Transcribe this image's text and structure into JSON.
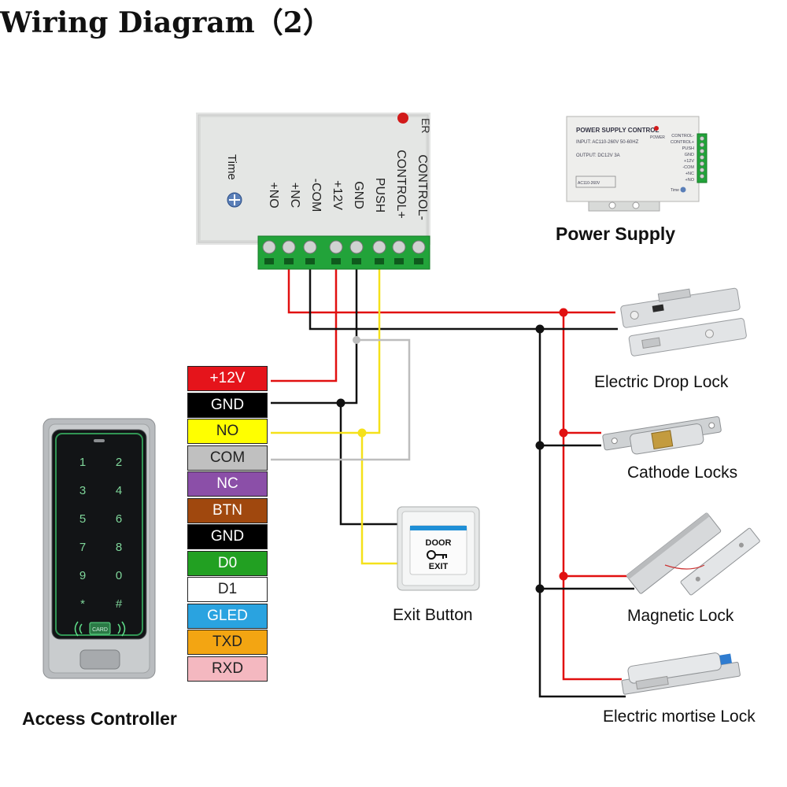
{
  "title": "Wiring Diagram（2）",
  "module_terminals": [
    "+NO",
    "+NC",
    "-COM",
    "+12V",
    "GND",
    "PUSH",
    "CONTROL+",
    "CONTROL-"
  ],
  "module_time_label": "Time",
  "power_supply": {
    "caption": "Power Supply",
    "header": "POWER SUPPLY CONTROL",
    "input": "INPUT: AC110-260V 50-60HZ",
    "output": "OUTPUT: DC12V 3A",
    "power_label": "POWER",
    "terminals": [
      "CONTROL-",
      "CONTROL+",
      "PUSH",
      "GND",
      "+12V",
      "-COM",
      "+NC",
      "+NO"
    ]
  },
  "pins": [
    {
      "label": "+12V",
      "bg": "#e5141b",
      "fg": "#ffffff"
    },
    {
      "label": "GND",
      "bg": "#000000",
      "fg": "#ffffff"
    },
    {
      "label": "NO",
      "bg": "#ffff00",
      "fg": "#222222"
    },
    {
      "label": "COM",
      "bg": "#c0c0c0",
      "fg": "#222222"
    },
    {
      "label": "NC",
      "bg": "#8b4fa8",
      "fg": "#ffffff"
    },
    {
      "label": "BTN",
      "bg": "#a0480e",
      "fg": "#ffffff"
    },
    {
      "label": "GND",
      "bg": "#000000",
      "fg": "#ffffff"
    },
    {
      "label": "D0",
      "bg": "#22a022",
      "fg": "#ffffff"
    },
    {
      "label": "D1",
      "bg": "#ffffff",
      "fg": "#222222"
    },
    {
      "label": "GLED",
      "bg": "#2aa3e0",
      "fg": "#ffffff"
    },
    {
      "label": "TXD",
      "bg": "#f3a512",
      "fg": "#222222"
    },
    {
      "label": "RXD",
      "bg": "#f4b8c0",
      "fg": "#222222"
    }
  ],
  "controller": {
    "caption": "Access Controller",
    "keys": [
      "1",
      "2",
      "3",
      "4",
      "5",
      "6",
      "7",
      "8",
      "9",
      "0",
      "*",
      "#"
    ],
    "card_label": "CARD"
  },
  "exit_button": {
    "caption": "Exit Button",
    "door_text": "DOOR",
    "exit_text": "EXIT"
  },
  "locks": [
    {
      "caption": "Electric Drop Lock"
    },
    {
      "caption": "Cathode Locks"
    },
    {
      "caption": "Magnetic Lock"
    },
    {
      "caption": "Electric mortise Lock"
    }
  ],
  "colors": {
    "red_wire": "#e11010",
    "black_wire": "#111111",
    "yellow_wire": "#f5e11a",
    "gray_wire": "#bdbdbd",
    "terminal_green": "#22a33a",
    "module_body": "#e4e6e4"
  }
}
